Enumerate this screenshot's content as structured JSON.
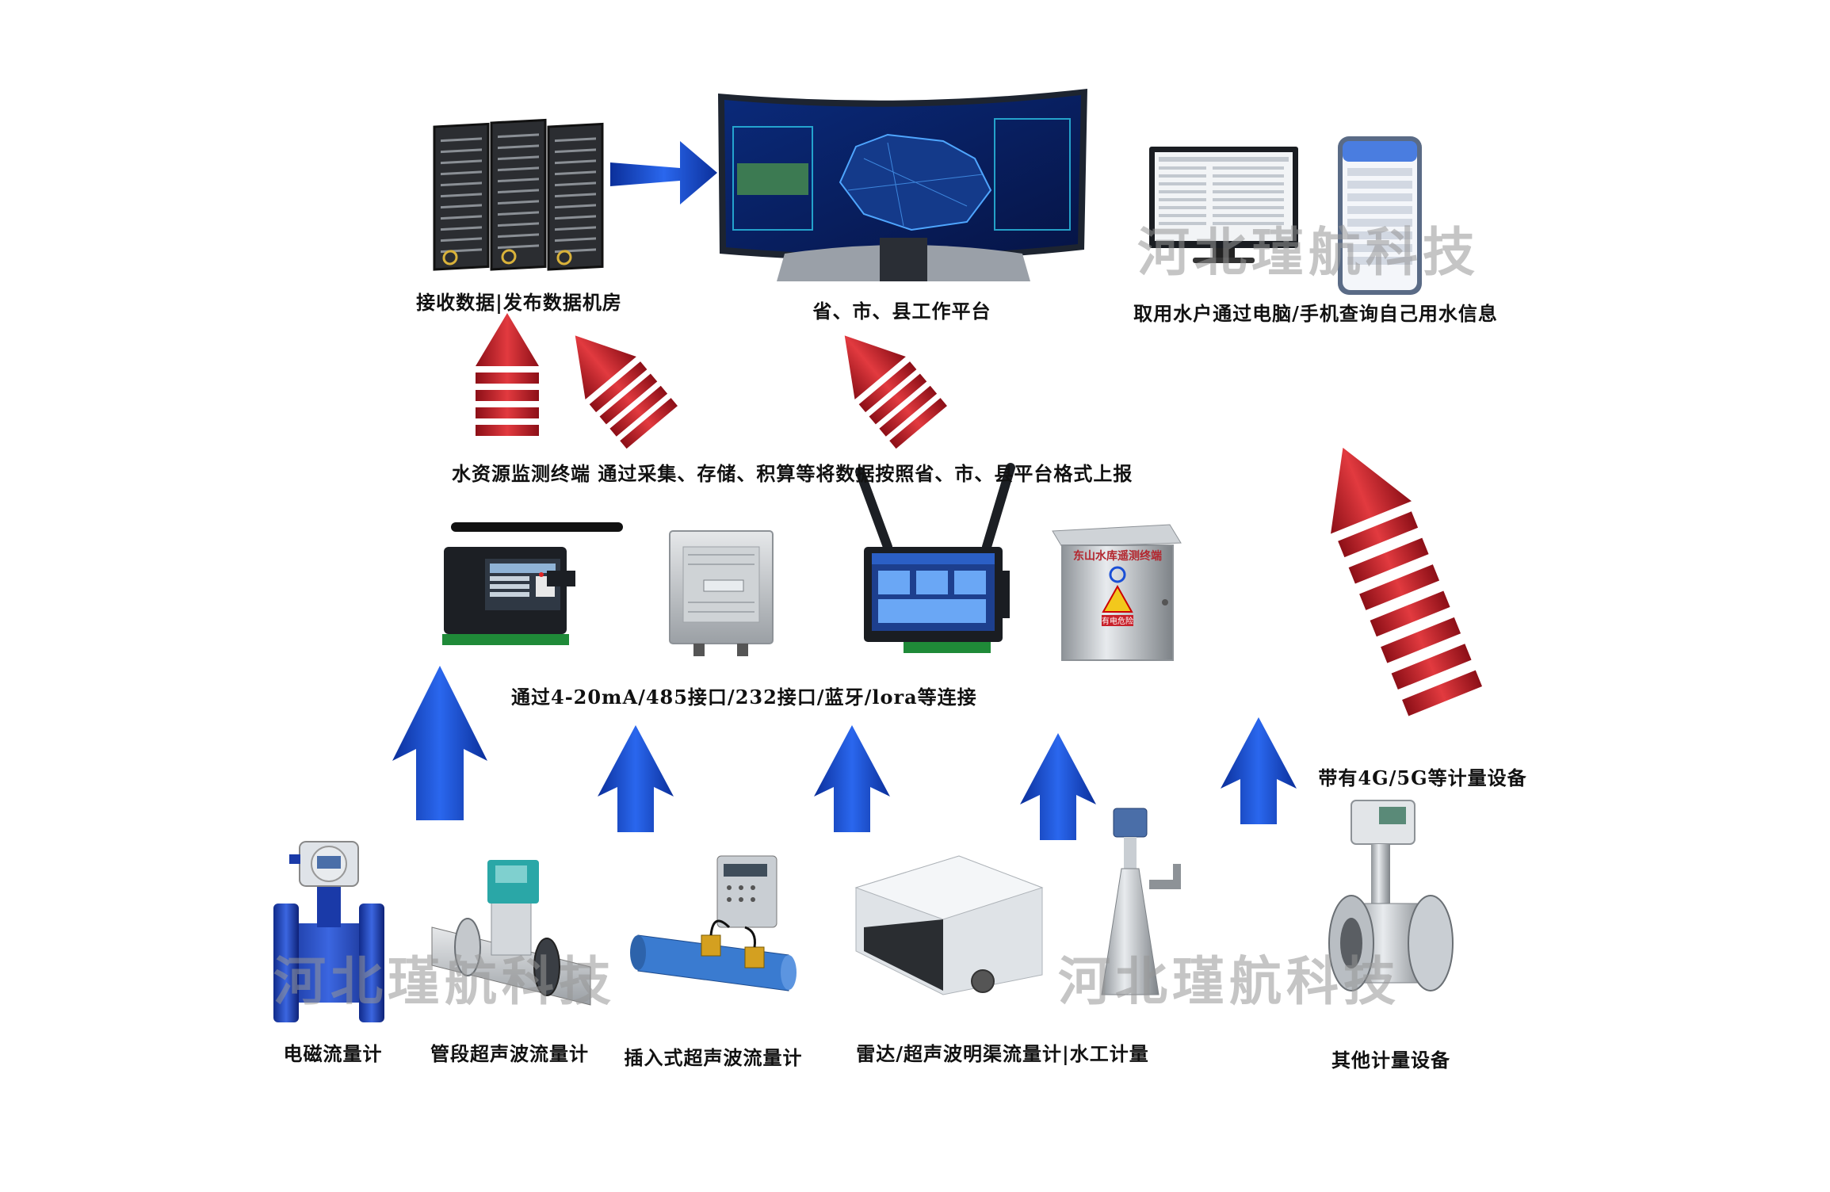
{
  "labels": {
    "datacenter": "接收数据|发布数据机房",
    "platform": "省、市、县工作平台",
    "users": "取用水户通过电脑/手机查询自己用水信息",
    "terminal": "水资源监测终端 通过采集、存储、积算等将数据按照省、市、县平台格式上报",
    "interfaces": "通过4-20mA/485接口/232接口/蓝牙/lora等连接",
    "cellular": "带有4G/5G等计量设备",
    "em_flowmeter": "电磁流量计",
    "pipe_ultrasonic": "管段超声波流量计",
    "insert_ultrasonic": "插入式超声波流量计",
    "radar_channel": "雷达/超声波明渠流量计|水工计量",
    "other_meters": "其他计量设备"
  },
  "watermarks": [
    "河北瑾航科技",
    "河北瑾航科技",
    "河北瑾航科技"
  ],
  "device_text": {
    "cabinet_title": "东山水库遥测终端",
    "warning_sign": "有电危险"
  },
  "colors": {
    "blue_arrow": "#1a4fd6",
    "red_arrow": "#c8202a",
    "screen_bg": "#0a1e5e"
  }
}
